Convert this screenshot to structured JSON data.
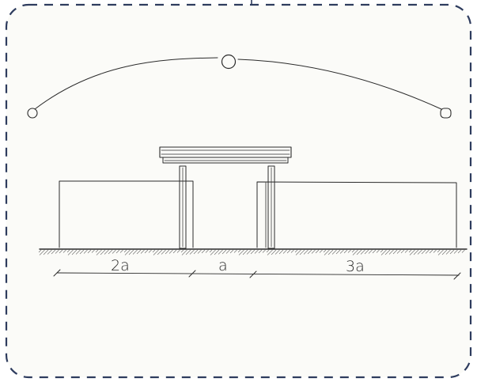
{
  "dimension_labels": {
    "left": "2a",
    "middle": "a",
    "right": "3a"
  },
  "colors": {
    "paper": "#fbfbf8",
    "pencil": "#2b2b2b",
    "frame": "#2e3c5e",
    "ground_hatch": "#6a6a6a",
    "wall_fill": "#fdfdfb"
  },
  "icons": {
    "frame": "dashed-rounded-border",
    "light_points": "circle"
  }
}
